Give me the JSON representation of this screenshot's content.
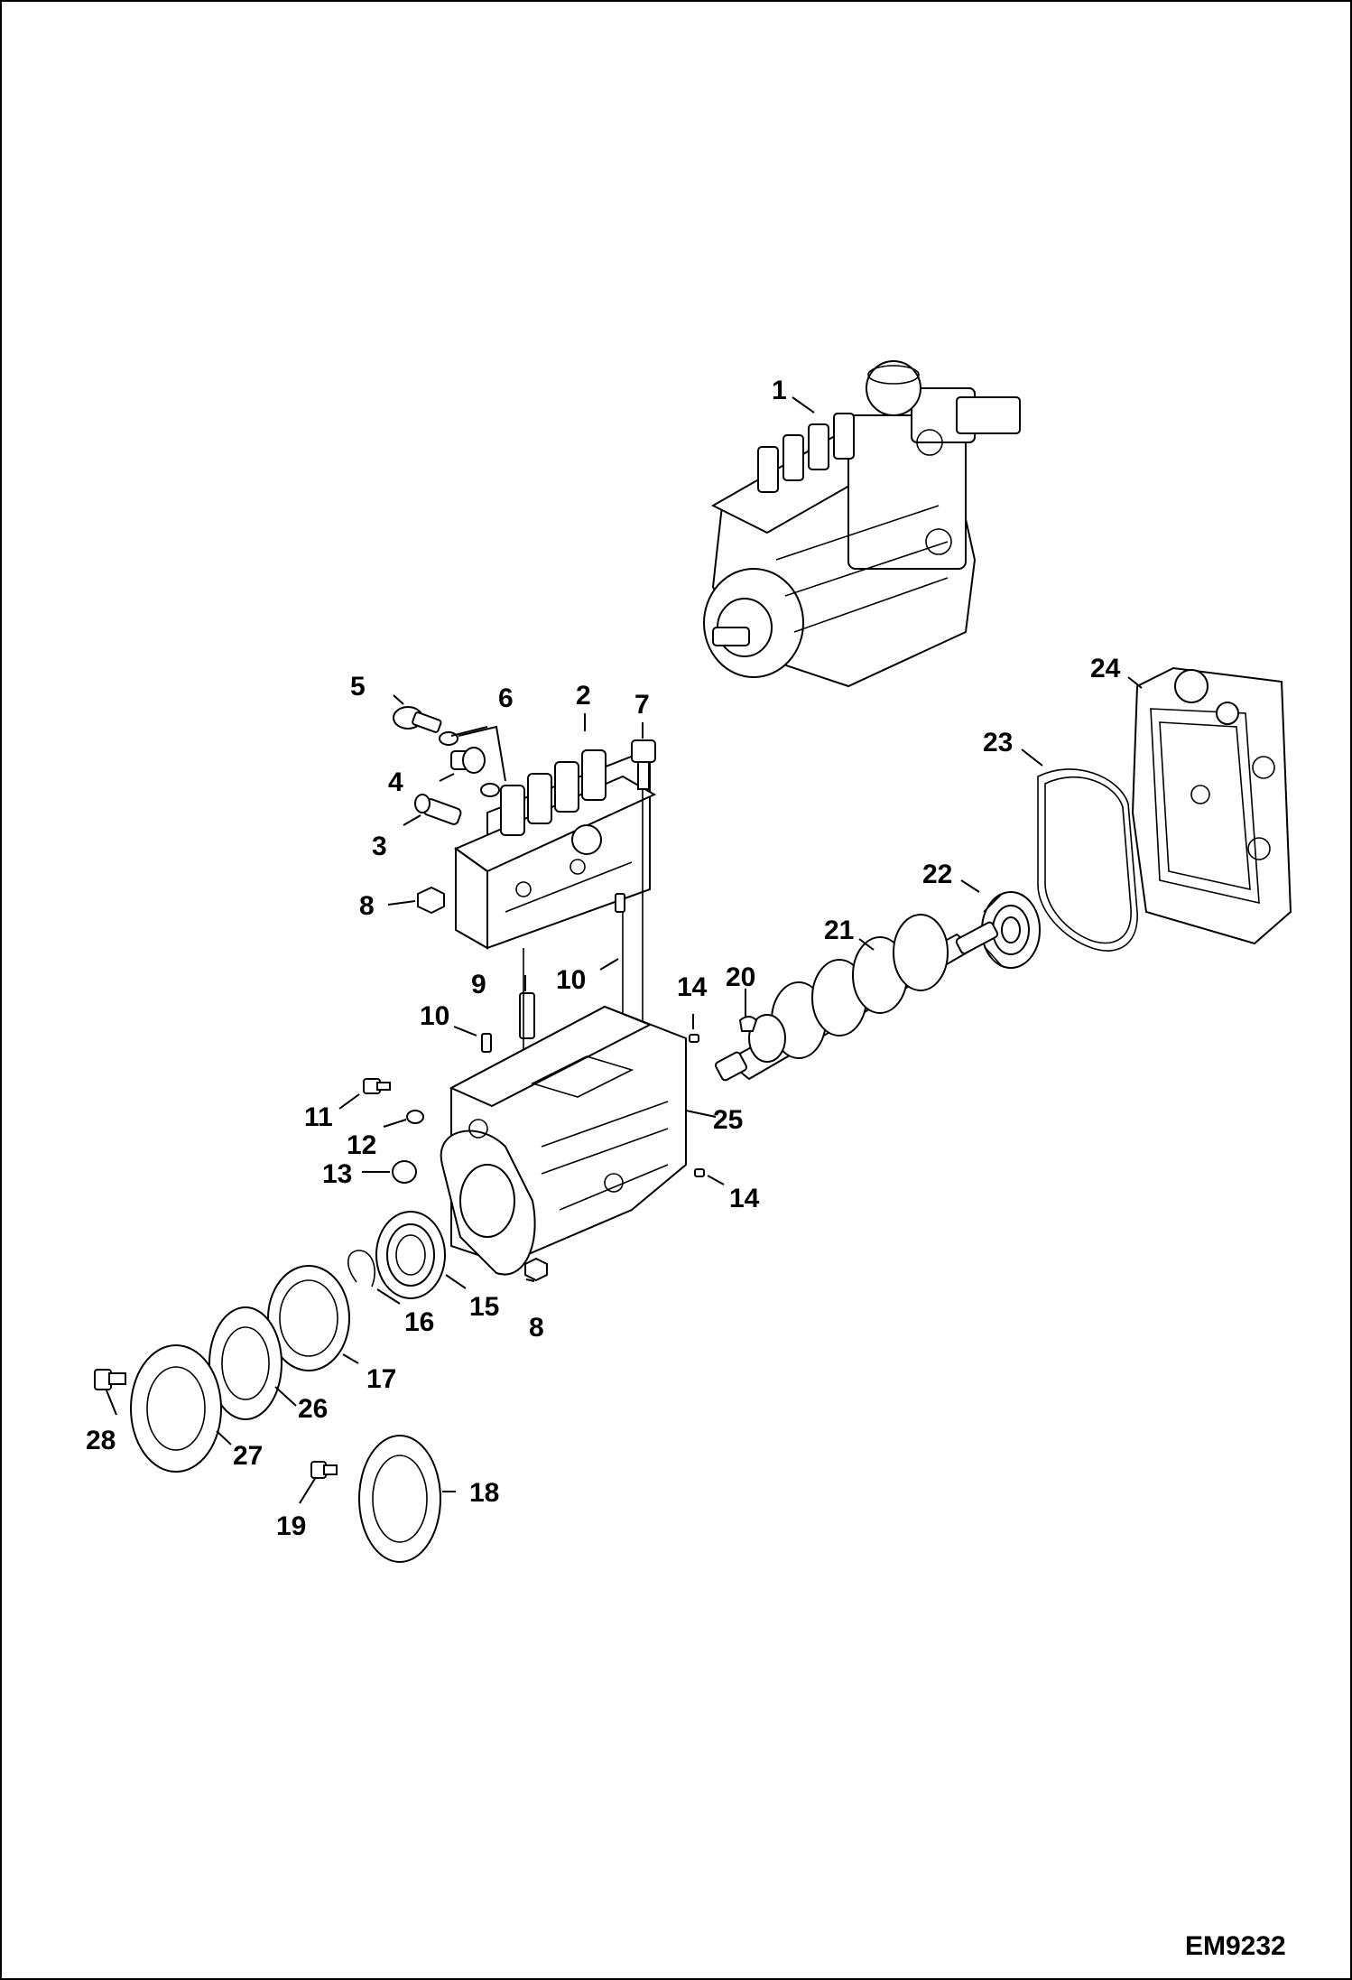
{
  "drawing_code": "EM9232",
  "callouts": [
    "1",
    "2",
    "3",
    "4",
    "5",
    "6",
    "7",
    "8",
    "8",
    "9",
    "10",
    "10",
    "11",
    "12",
    "13",
    "14",
    "14",
    "15",
    "16",
    "17",
    "18",
    "19",
    "20",
    "21",
    "22",
    "23",
    "24",
    "25",
    "26",
    "27",
    "28"
  ]
}
